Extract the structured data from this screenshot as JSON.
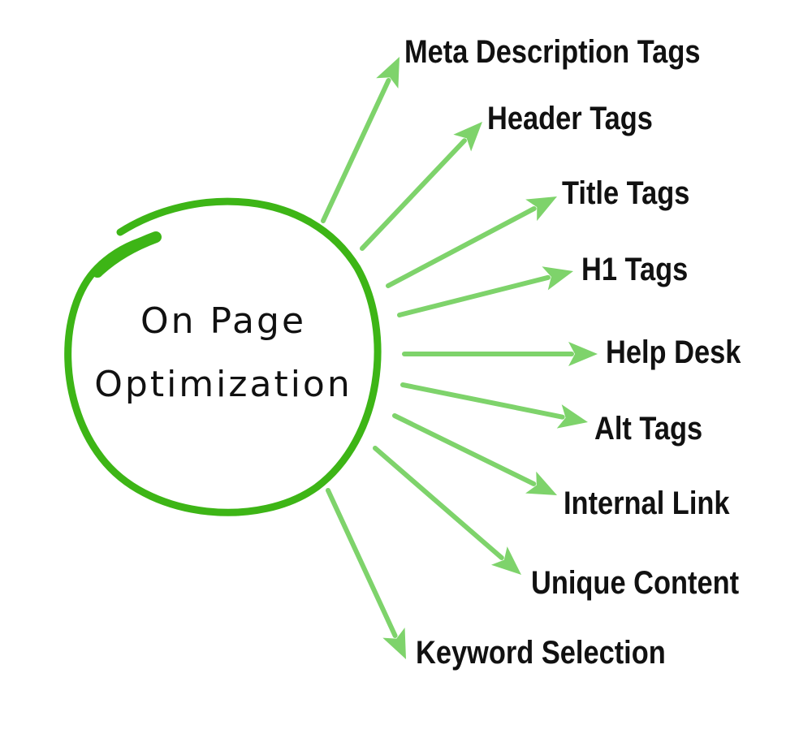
{
  "diagram": {
    "center": {
      "line1": "On Page",
      "line2": "Optimization"
    },
    "branches": [
      {
        "label": "Meta Description Tags"
      },
      {
        "label": "Header Tags"
      },
      {
        "label": "Title Tags"
      },
      {
        "label": "H1 Tags"
      },
      {
        "label": "Help Desk"
      },
      {
        "label": "Alt Tags"
      },
      {
        "label": "Internal Link"
      },
      {
        "label": "Unique Content"
      },
      {
        "label": "Keyword Selection"
      }
    ],
    "colors": {
      "circle": "#3db516",
      "arrow": "#7ed36b",
      "text": "#111111"
    }
  }
}
